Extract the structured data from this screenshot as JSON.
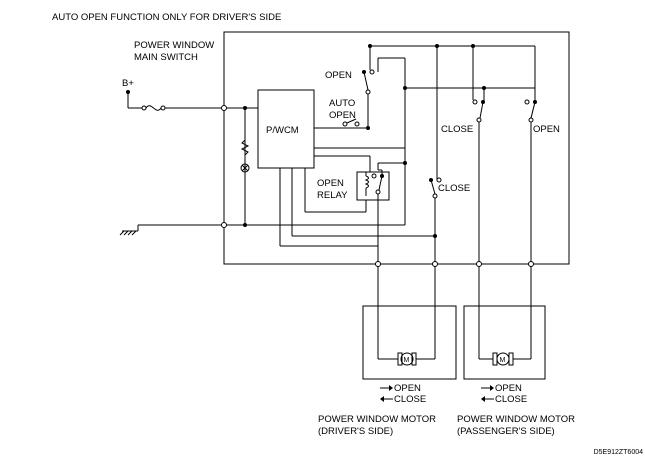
{
  "title": "AUTO OPEN FUNCTION ONLY FOR DRIVER'S SIDE",
  "main_switch": {
    "line1": "POWER WINDOW",
    "line2": "MAIN SWITCH"
  },
  "battery": "B+",
  "pwcm": "P/WCM",
  "switch_labels": {
    "open_top": "OPEN",
    "auto_line1": "AUTO",
    "auto_line2": "OPEN",
    "close_left": "CLOSE",
    "open_right": "OPEN",
    "close_lower": "CLOSE"
  },
  "relay": {
    "line1": "OPEN",
    "line2": "RELAY"
  },
  "motor_symbol": "M",
  "driver_motor": {
    "open": "OPEN",
    "close": "CLOSE",
    "name_line1": "POWER WINDOW MOTOR",
    "name_line2": "(DRIVER'S SIDE)"
  },
  "passenger_motor": {
    "open": "OPEN",
    "close": "CLOSE",
    "name_line1": "POWER WINDOW MOTOR",
    "name_line2": "(PASSENGER'S SIDE)"
  },
  "figure_code": "D5E912ZT6004"
}
